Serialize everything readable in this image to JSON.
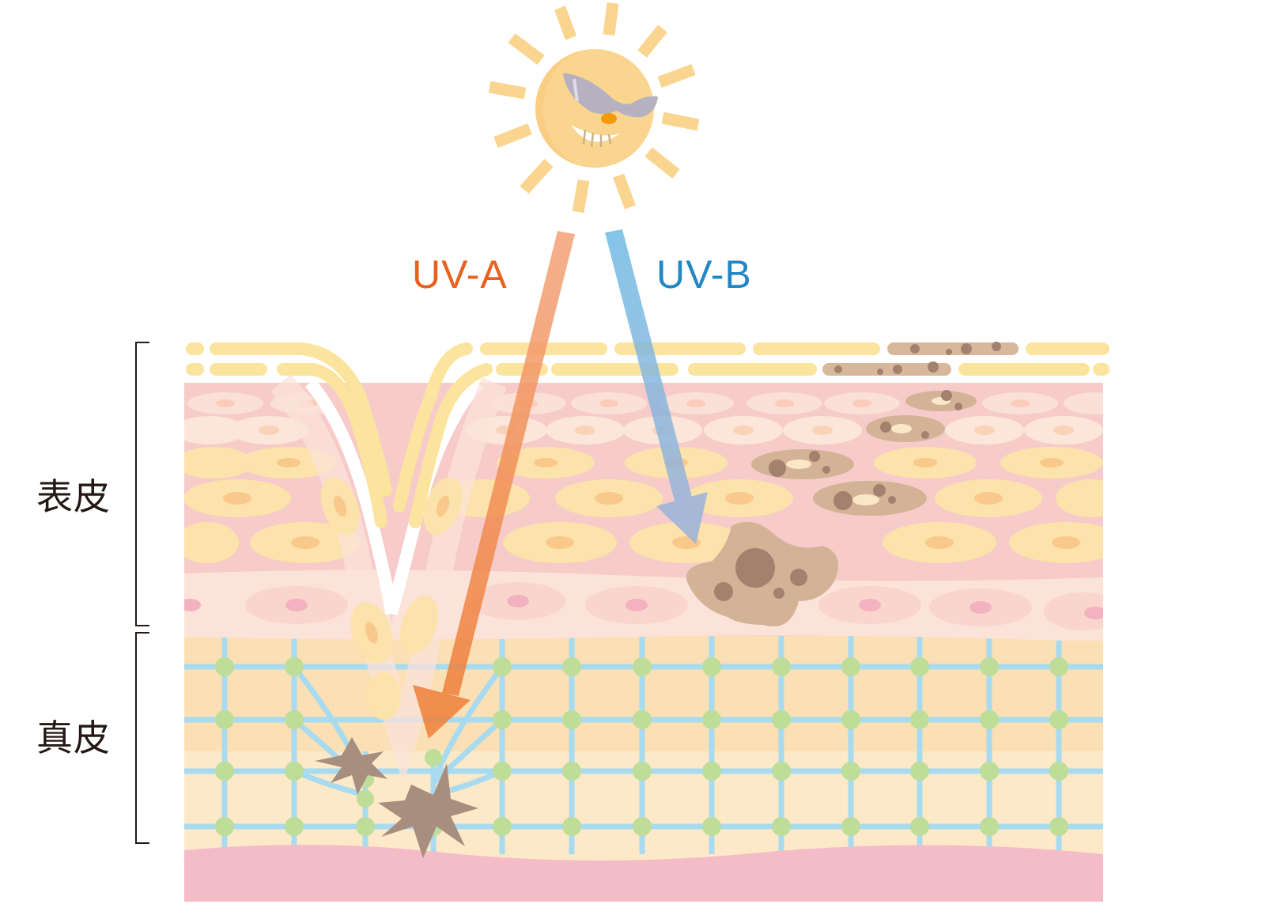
{
  "labels": {
    "epidermis": "表皮",
    "dermis": "真皮",
    "uva": "UV-A",
    "uvb": "UV-B"
  },
  "colors": {
    "uva": "#e8611f",
    "uvb": "#2287c3",
    "sun": "#fad58f",
    "skin_pink": "#f5cfd1",
    "melanin": "#a88e7f"
  },
  "icons": {
    "sun": "sun-with-sunglasses-icon",
    "melanocyte": "melanocyte-cell-icon",
    "fibroblast": "damaged-fibroblast-star-icon"
  }
}
